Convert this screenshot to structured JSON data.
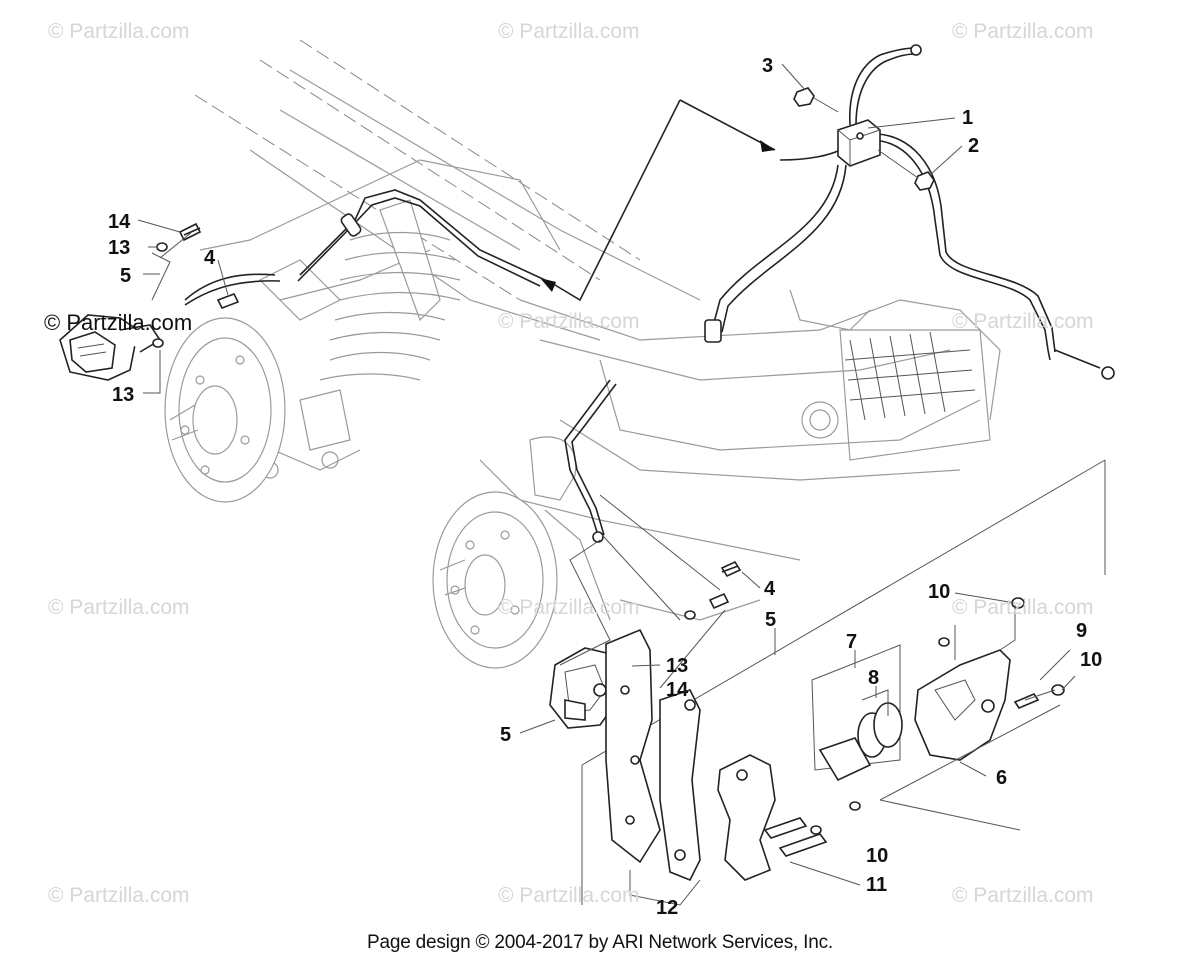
{
  "watermark_text": "© Partzilla.com",
  "footer_text": "Page design © 2004-2017 by ARI Network Services, Inc.",
  "callouts": {
    "c1": "1",
    "c2": "2",
    "c3": "3",
    "c4a": "4",
    "c4b": "4",
    "c5a": "5",
    "c5b": "5",
    "c5c": "5",
    "c6": "6",
    "c7": "7",
    "c8": "8",
    "c9": "9",
    "c10a": "10",
    "c10b": "10",
    "c10c": "10",
    "c11": "11",
    "c12": "12",
    "c13a": "13",
    "c13b": "13",
    "c13c": "13",
    "c14a": "14",
    "c14b": "14"
  }
}
